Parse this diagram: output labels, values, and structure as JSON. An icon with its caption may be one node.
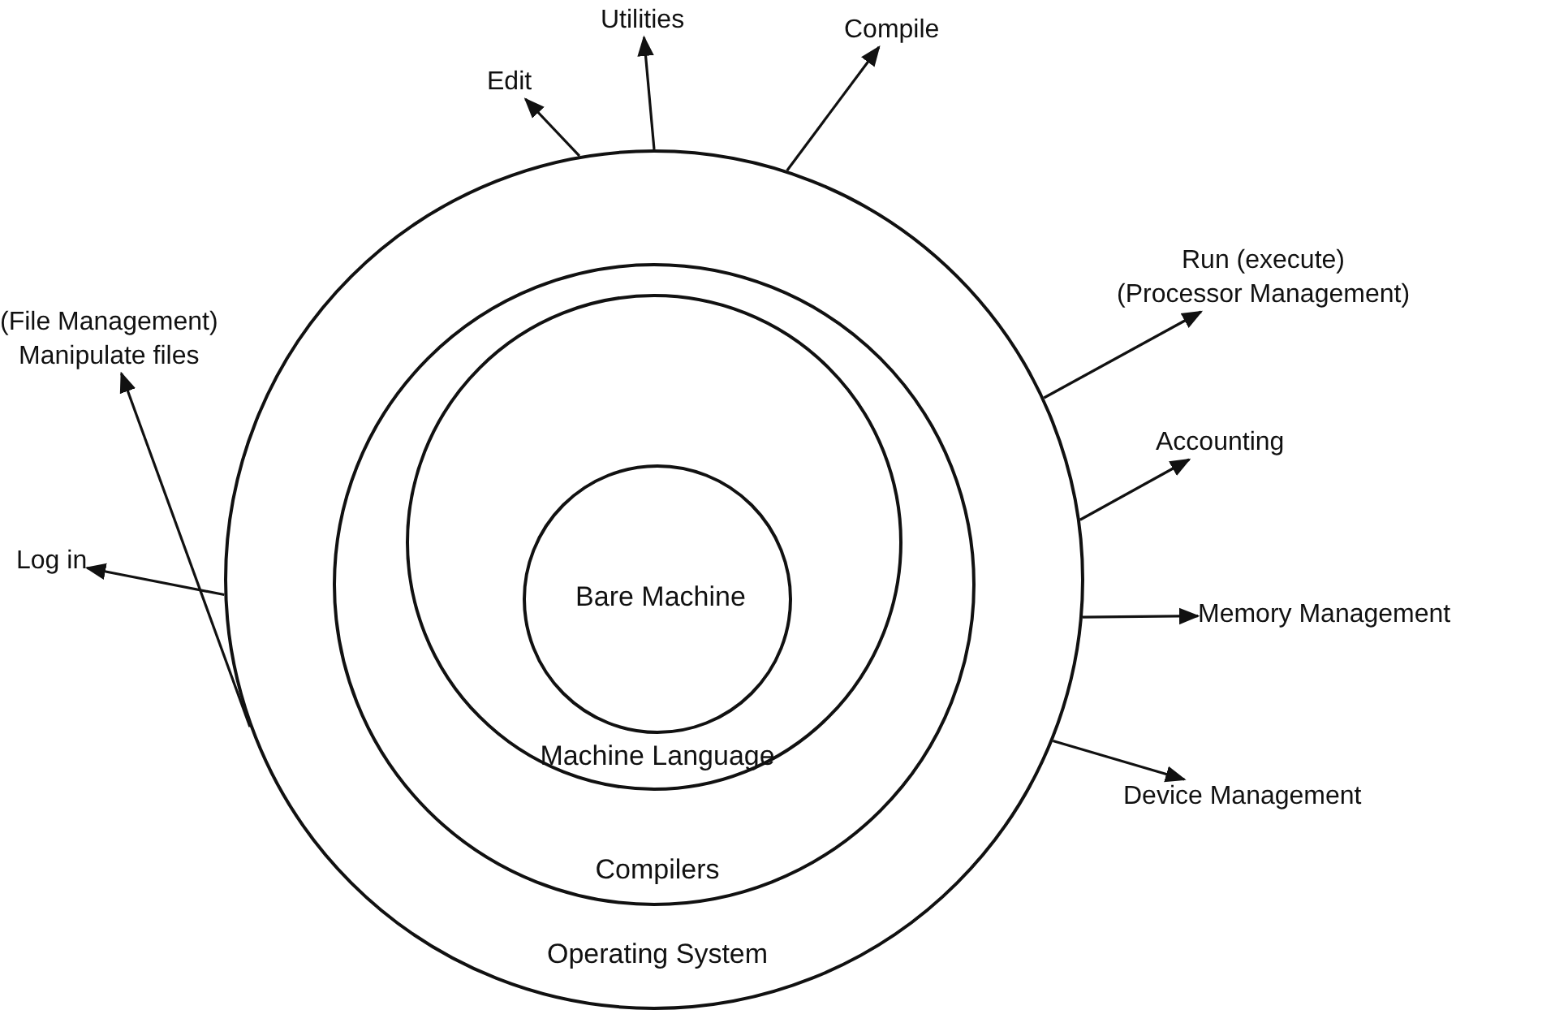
{
  "diagram": {
    "nodes": [
      {
        "text": [
          "Operating System"
        ]
      },
      {
        "text": [
          "Compilers"
        ],
        "in": 0
      },
      {
        "text": [
          "Machine Language"
        ],
        "in": 1
      },
      {
        "text": [
          "Bare Machine"
        ],
        "in": 2
      },
      {
        "text": [
          "Log in"
        ]
      },
      {
        "text": [
          "(File Management)",
          "Manipulate files"
        ]
      },
      {
        "text": [
          "Edit"
        ]
      },
      {
        "text": [
          "Utilities"
        ]
      },
      {
        "text": [
          "Compile"
        ]
      },
      {
        "text": [
          "Run (execute)",
          "(Processor Management)"
        ]
      },
      {
        "text": [
          "Accounting"
        ]
      },
      {
        "text": [
          "Memory Management"
        ]
      },
      {
        "text": [
          "Device Management"
        ]
      }
    ],
    "edges": [
      {
        "from": 0,
        "to": 4,
        "arrow": "to"
      },
      {
        "from": 0,
        "to": 5,
        "arrow": "to"
      },
      {
        "from": 0,
        "to": 6,
        "arrow": "to"
      },
      {
        "from": 0,
        "to": 7,
        "arrow": "to"
      },
      {
        "from": 0,
        "to": 8,
        "arrow": "to"
      },
      {
        "from": 0,
        "to": 9,
        "arrow": "to"
      },
      {
        "from": 0,
        "to": 10,
        "arrow": "to"
      },
      {
        "from": 0,
        "to": 11,
        "arrow": "to"
      },
      {
        "from": 0,
        "to": 12,
        "arrow": "to"
      }
    ]
  }
}
